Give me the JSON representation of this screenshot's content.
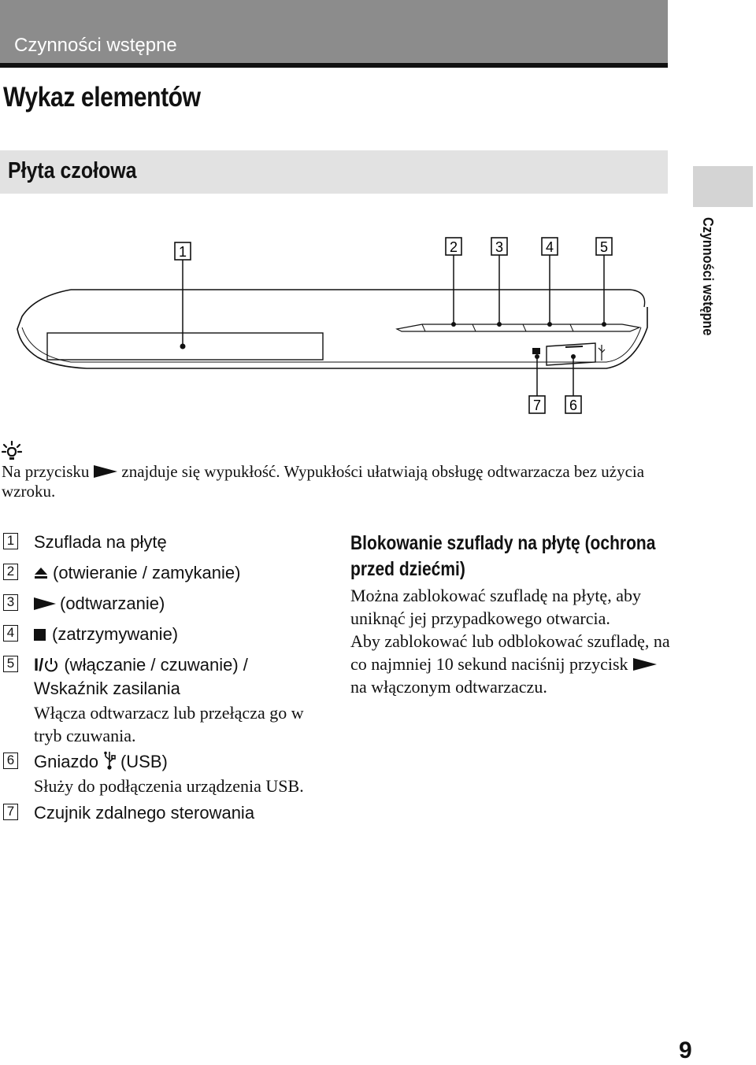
{
  "header": {
    "section": "Czynności wstępne"
  },
  "page_title": "Wykaz elementów",
  "section_title": "Płyta czołowa",
  "side_tab": {
    "label": "Czynności wstępne"
  },
  "diagram": {
    "callouts": [
      "1",
      "2",
      "3",
      "4",
      "5",
      "6",
      "7"
    ]
  },
  "tip": {
    "icon": "lightbulb-hint-icon",
    "text_before": "Na przycisku",
    "text_after": "znajduje się wypukłość. Wypukłości ułatwiają obsługę odtwarzacza bez użycia wzroku."
  },
  "items": [
    {
      "num": "1",
      "title": "Szuflada na płytę"
    },
    {
      "num": "2",
      "title": "(otwieranie / zamykanie)",
      "icon": "eject-icon"
    },
    {
      "num": "3",
      "title": "(odtwarzanie)",
      "icon": "play-icon"
    },
    {
      "num": "4",
      "title": "(zatrzymywanie)",
      "icon": "stop-icon"
    },
    {
      "num": "5",
      "title_prefix": "I/",
      "title": "(włączanie / czuwanie) /",
      "title_line2": "Wskaźnik zasilania",
      "desc": "Włącza odtwarzacz lub przełącza go w tryb czuwania.",
      "icon": "power-icon"
    },
    {
      "num": "6",
      "title_prefix": "Gniazdo",
      "title": "(USB)",
      "desc": "Służy do podłączenia urządzenia USB.",
      "icon": "usb-icon"
    },
    {
      "num": "7",
      "title": "Czujnik zdalnego sterowania"
    }
  ],
  "right": {
    "heading": "Blokowanie szuflady na płytę (ochrona przed dziećmi)",
    "para1": "Można zablokować szufladę na płytę, aby uniknąć jej przypadkowego otwarcia.",
    "para2_before": "Aby zablokować lub odblokować szufladę, na co najmniej 10 sekund naciśnij przycisk",
    "para2_after": "na włączonym odtwarzaczu."
  },
  "page_number": "9"
}
